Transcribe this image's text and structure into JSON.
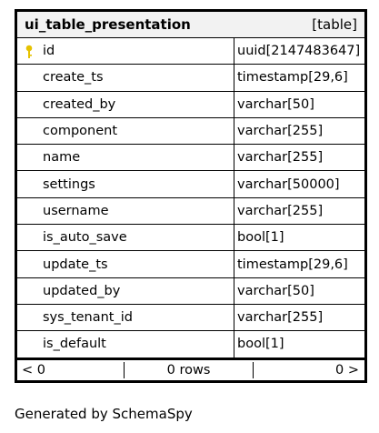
{
  "table": {
    "name": "ui_table_presentation",
    "kind": "[table]",
    "columns": [
      {
        "name": "id",
        "type": "uuid[2147483647]",
        "primary_key": true
      },
      {
        "name": "create_ts",
        "type": "timestamp[29,6]",
        "primary_key": false
      },
      {
        "name": "created_by",
        "type": "varchar[50]",
        "primary_key": false
      },
      {
        "name": "component",
        "type": "varchar[255]",
        "primary_key": false
      },
      {
        "name": "name",
        "type": "varchar[255]",
        "primary_key": false
      },
      {
        "name": "settings",
        "type": "varchar[50000]",
        "primary_key": false
      },
      {
        "name": "username",
        "type": "varchar[255]",
        "primary_key": false
      },
      {
        "name": "is_auto_save",
        "type": "bool[1]",
        "primary_key": false
      },
      {
        "name": "update_ts",
        "type": "timestamp[29,6]",
        "primary_key": false
      },
      {
        "name": "updated_by",
        "type": "varchar[50]",
        "primary_key": false
      },
      {
        "name": "sys_tenant_id",
        "type": "varchar[255]",
        "primary_key": false
      },
      {
        "name": "is_default",
        "type": "bool[1]",
        "primary_key": false
      }
    ],
    "footer": {
      "parents": "< 0",
      "rows": "0 rows",
      "children": "0 >"
    }
  },
  "generated_by": "Generated by SchemaSpy",
  "colors": {
    "header_bg": "#f2f2f2",
    "key_icon": "#e6c200",
    "border": "#000000"
  }
}
